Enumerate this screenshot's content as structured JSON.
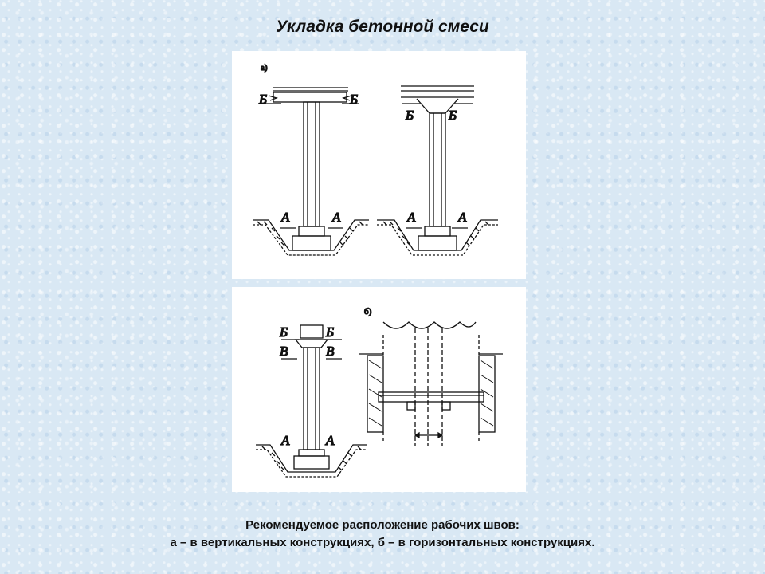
{
  "title": "Укладка бетонной смеси",
  "figure": {
    "label_a": "а)",
    "label_b": "б)",
    "section_A": "А",
    "section_B": "Б",
    "section_V": "В"
  },
  "caption": {
    "line1": "Рекомендуемое расположение рабочих швов:",
    "line2": "а – в вертикальных конструкциях,  б – в горизонтальных конструкциях."
  }
}
